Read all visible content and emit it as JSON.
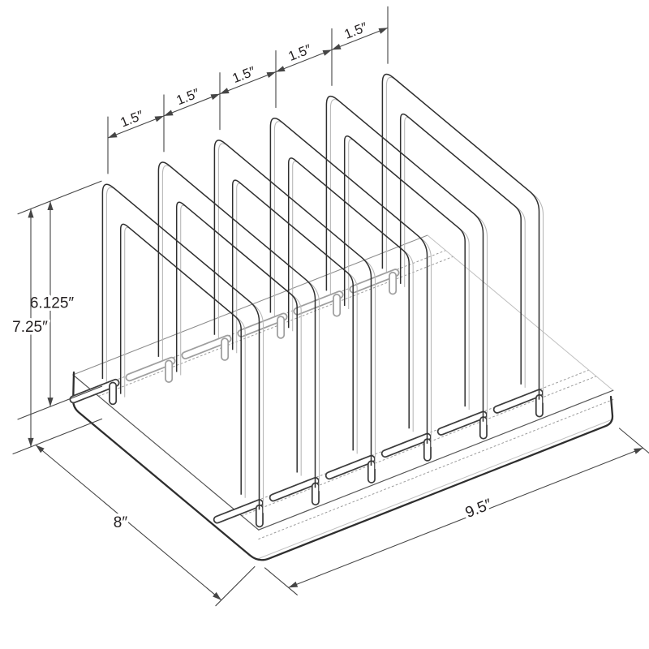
{
  "drawing": {
    "description": "isometric wireframe technical drawing of a six-slot incline file sorter with dimension callouts",
    "divider_count": 6,
    "gap_count": 5,
    "labels": {
      "gap": "1.5″",
      "divider_height": "6.125″",
      "overall_height": "7.25″",
      "depth": "8″",
      "width": "9.5″"
    },
    "values_inches": {
      "gap": 1.5,
      "divider_height": 6.125,
      "overall_height": 7.25,
      "depth": 8,
      "width": 9.5
    },
    "colors": {
      "background": "#ffffff",
      "primary_line": "#2f2f2f",
      "heavy_line": "#2e2e2e",
      "secondary_line": "#b8b8b8",
      "edge_line": "#555555",
      "faint_line": "#c0c0c0",
      "dotted_line": "#9b9b9b",
      "dimension_line": "#454545",
      "label_text": "#231f20"
    }
  }
}
